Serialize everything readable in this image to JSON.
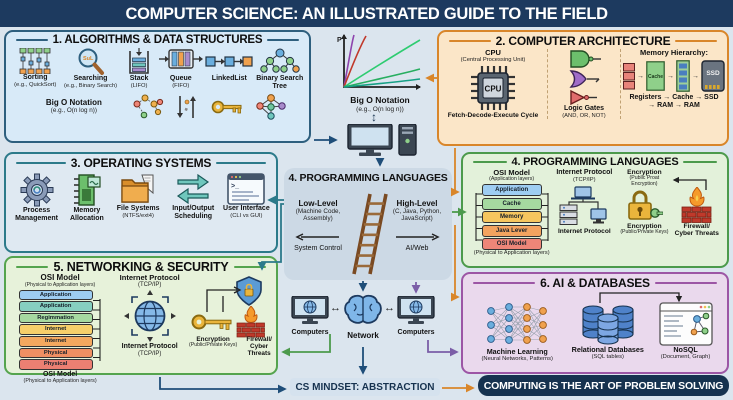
{
  "title_bar": {
    "title": "COMPUTER SCIENCE: AN ILLUSTRATED GUIDE TO THE FIELD"
  },
  "icons": {
    "updown_arrow": "↕",
    "left_right_arrow": "↔",
    "flow_arrow": "→"
  },
  "s1": {
    "title": "1. ALGORITHMS & DATA STRUCTURES",
    "items": [
      {
        "label": "Sorting",
        "sub": "(e.g., QuickSort)"
      },
      {
        "label": "Searching",
        "sub": "(e.g., Binary Search)"
      },
      {
        "label": "Stack",
        "sub": "(LIFO)"
      },
      {
        "label": "Queue",
        "sub": "(FIFO)"
      },
      {
        "label": "LinkedList"
      },
      {
        "label": "Binary Search Tree"
      }
    ],
    "bigo_label": "Big O Notation",
    "bigo_sub": "(e.g., O(n log n))",
    "search_glass_text": "SuL"
  },
  "center_top": {
    "axis_label": "P",
    "bigo_label": "Big O Notation",
    "bigo_sub": "(e.g., O(n log n))"
  },
  "s2": {
    "title": "2. COMPUTER ARCHITECTURE",
    "cpu_title": "CPU",
    "cpu_sub": "(Central Processing Unit)",
    "cpu_chip_label": "CPU",
    "cpu_caption": "Fetch-Decode-Execute Cycle",
    "gates_label": "Logic Gates",
    "gates_sub": "(AND, OR, NOT)",
    "memory_title": "Memory Hierarchy:",
    "cache_chip_label": "Cache",
    "ssd_chip_label": "SSD",
    "memory_caption_line1": "Registers → Cache → SSD",
    "memory_caption_line2": "→ RAM → RAM"
  },
  "s3": {
    "title": "3. OPERATING SYSTEMS",
    "items": [
      {
        "label": "Process Management"
      },
      {
        "label": "Memory Allocation"
      },
      {
        "label": "File Systems",
        "sub": "(NTFS/ext4)"
      },
      {
        "label": "Input/Output Scheduling"
      },
      {
        "label": "User Interface",
        "sub": "(CLI vs GUI)"
      }
    ]
  },
  "s4c": {
    "title": "4. PROGRAMMING LANGUAGES",
    "low_label": "Low-Level",
    "low_sub": "(Machine Code, Assembly)",
    "low_caption": "System Control",
    "high_label": "High-Level",
    "high_sub": "(C, Java, Python, JavaScript)",
    "high_caption": "AI/Web"
  },
  "s4r": {
    "title": "4. PROGRAMMING LANGUAGES",
    "osi_title": "OSI Model",
    "osi_sub": "(Application layers)",
    "osi_layers": [
      {
        "label": "Application",
        "color": "#9ecdf2"
      },
      {
        "label": "Cache",
        "color": "#a6d9a0"
      },
      {
        "label": "Memory",
        "color": "#f6c65e"
      },
      {
        "label": "Java Lever",
        "color": "#f3a35f"
      },
      {
        "label": "OSI Model",
        "color": "#ee8678"
      }
    ],
    "osi_caption": "(Physical to Application layers)",
    "ip_title": "Internet Protocol",
    "ip_sub": "(TCP/IP)",
    "ip_caption": "Internet Protocol",
    "enc_title": "Encryption",
    "enc_sub": "(Public Proat Encryption)",
    "enc_caption": "Encryption",
    "enc_caption_sub": "(Public/Private Keys)",
    "fw_caption_line1": "Firewall/",
    "fw_caption_line2": "Cyber Threats"
  },
  "s5": {
    "title": "5. NETWORKING & SECURITY",
    "osi_title": "OSI Model",
    "osi_sub": "(Physical to Application layers)",
    "osi_layers": [
      {
        "label": "Application",
        "color": "#9ecdf2"
      },
      {
        "label": "Application",
        "color": "#86cfc0"
      },
      {
        "label": "Regimmation",
        "color": "#a6d9a0"
      },
      {
        "label": "Internet",
        "color": "#f6cf6a"
      },
      {
        "label": "Internet",
        "color": "#f4a85f"
      },
      {
        "label": "Physical",
        "color": "#ef8f63"
      },
      {
        "label": "Physical",
        "color": "#ec7f72"
      }
    ],
    "osi_caption": "OSI Model",
    "osi_caption_sub": "(Physical to Application layers)",
    "ip_title": "Internet Protocol",
    "ip_sub": "(TCP/IP)",
    "ip_caption": "Internet Protocol",
    "ip_caption_sub": "(TCP/IP)",
    "enc_caption": "Encryption",
    "enc_caption_sub": "(Public/Private Keys)",
    "fw_caption_line1": "Firewall/",
    "fw_caption_line2": "Cyber Threats"
  },
  "center_bottom": {
    "computers_left": "Computers",
    "network": "Network",
    "computers_right": "Computers"
  },
  "s6": {
    "title": "6. AI & DATABASES",
    "items": [
      {
        "label": "Machine Learning",
        "sub": "(Neural Networks, Patterns)"
      },
      {
        "label": "Relational Databases",
        "sub": "(SQL tables)"
      },
      {
        "label": "NoSQL",
        "sub": "(Document, Graph)"
      }
    ]
  },
  "footer": {
    "mindset": "CS MINDSET: ABSTRACTION",
    "slogan": "COMPUTING IS THE ART OF PROBLEM SOLVING"
  },
  "colors": {
    "background": "#dbe5ee",
    "title_bar": "#1d3a5f",
    "s1_bg": "#d8eaf8",
    "s1_border": "#2e5f7e",
    "s2_bg": "#fbe6c8",
    "s2_border": "#d9862a",
    "s3_bg": "#dfe9f2",
    "s3_border": "#2c7a8a",
    "s4c_bg": "#ccd9e5",
    "s4r_bg": "#e3f1da",
    "s4r_border": "#4c9a4c",
    "s5_bg": "#e7f2da",
    "s5_border": "#55a44e",
    "s6_bg": "#ead9ed",
    "s6_border": "#9c56a5",
    "badge_bg": "#16324f",
    "arrow_navy": "#1f4e79",
    "arrow_teal": "#2c7a8a",
    "arrow_green": "#4c9a4c",
    "arrow_orange": "#d9862a",
    "arrow_purple": "#7b5ea7"
  }
}
